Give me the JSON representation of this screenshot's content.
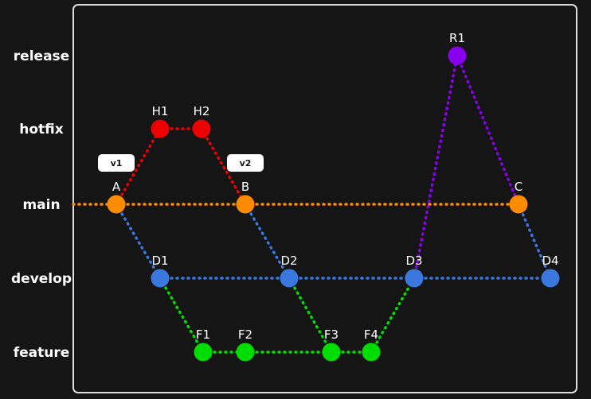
{
  "colors": {
    "background": "#151515",
    "frame": "#dddddd",
    "text": "#ffffff",
    "tag_bg": "#ffffff",
    "tag_text": "#111111"
  },
  "branches": [
    {
      "id": "release",
      "label": "release",
      "color": "#8800ee"
    },
    {
      "id": "hotfix",
      "label": "hotfix",
      "color": "#ee0000"
    },
    {
      "id": "main",
      "label": "main",
      "color": "#ff8c00"
    },
    {
      "id": "develop",
      "label": "develop",
      "color": "#3a78e0"
    },
    {
      "id": "feature",
      "label": "feature",
      "color": "#00dd00"
    }
  ],
  "commits": [
    {
      "id": "R1",
      "label": "R1",
      "branch": "release"
    },
    {
      "id": "H1",
      "label": "H1",
      "branch": "hotfix"
    },
    {
      "id": "H2",
      "label": "H2",
      "branch": "hotfix"
    },
    {
      "id": "A",
      "label": "A",
      "branch": "main"
    },
    {
      "id": "B",
      "label": "B",
      "branch": "main"
    },
    {
      "id": "C",
      "label": "C",
      "branch": "main"
    },
    {
      "id": "D1",
      "label": "D1",
      "branch": "develop"
    },
    {
      "id": "D2",
      "label": "D2",
      "branch": "develop"
    },
    {
      "id": "D3",
      "label": "D3",
      "branch": "develop"
    },
    {
      "id": "D4",
      "label": "D4",
      "branch": "develop"
    },
    {
      "id": "F1",
      "label": "F1",
      "branch": "feature"
    },
    {
      "id": "F2",
      "label": "F2",
      "branch": "feature"
    },
    {
      "id": "F3",
      "label": "F3",
      "branch": "feature"
    },
    {
      "id": "F4",
      "label": "F4",
      "branch": "feature"
    }
  ],
  "edges": [
    {
      "from": "A",
      "to": "B",
      "color": "main"
    },
    {
      "from": "B",
      "to": "C",
      "color": "main"
    },
    {
      "from": "A",
      "to": "H1",
      "color": "hotfix"
    },
    {
      "from": "H1",
      "to": "H2",
      "color": "hotfix"
    },
    {
      "from": "H2",
      "to": "B",
      "color": "hotfix"
    },
    {
      "from": "A",
      "to": "D1",
      "color": "develop"
    },
    {
      "from": "D1",
      "to": "D2",
      "color": "develop"
    },
    {
      "from": "D2",
      "to": "D3",
      "color": "develop"
    },
    {
      "from": "D3",
      "to": "D4",
      "color": "develop"
    },
    {
      "from": "B",
      "to": "D2",
      "color": "develop"
    },
    {
      "from": "C",
      "to": "D4",
      "color": "develop"
    },
    {
      "from": "D1",
      "to": "F1",
      "color": "feature"
    },
    {
      "from": "F1",
      "to": "F2",
      "color": "feature"
    },
    {
      "from": "F2",
      "to": "F3",
      "color": "feature"
    },
    {
      "from": "F3",
      "to": "F4",
      "color": "feature"
    },
    {
      "from": "D2",
      "to": "F3",
      "color": "feature"
    },
    {
      "from": "F4",
      "to": "D3",
      "color": "feature"
    },
    {
      "from": "D3",
      "to": "R1",
      "color": "release"
    },
    {
      "from": "R1",
      "to": "C",
      "color": "release"
    }
  ],
  "tags": [
    {
      "label": "v1",
      "commit": "A"
    },
    {
      "label": "v2",
      "commit": "B"
    }
  ]
}
